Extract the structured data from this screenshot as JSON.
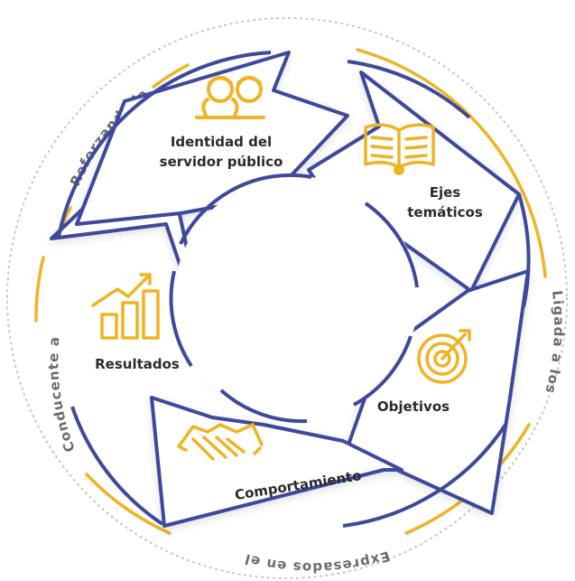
{
  "stages": [
    {
      "line1": "Identidad del",
      "line2": "servidor público"
    },
    {
      "line1": "Ejes",
      "line2": "temáticos"
    },
    {
      "line1": "Objetivos"
    },
    {
      "line1": "Comportamiento"
    },
    {
      "line1": "Resultados"
    }
  ],
  "connectors": [
    "Reforzando la",
    "Ligada a los",
    "Expresados en el",
    "Conducente a"
  ],
  "colors": {
    "arrow_stroke": "#3d4a9c",
    "accent": "#f0b323",
    "dots": "#c7c7c7",
    "text": "#2b2b2b",
    "connector_text": "#6b6b6b"
  },
  "icons": [
    "people-icon",
    "open-book-icon",
    "target-icon",
    "handshake-icon",
    "growth-chart-icon"
  ]
}
